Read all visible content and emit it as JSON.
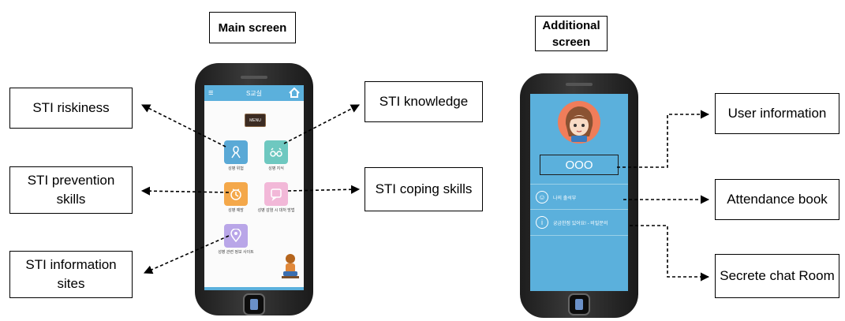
{
  "headers": {
    "main": "Main screen",
    "additional": "Additional screen"
  },
  "callouts": {
    "riskiness": "STI riskiness",
    "prevention": "STI prevention skills",
    "info_sites": "STI information sites",
    "knowledge": "STI knowledge",
    "coping": "STI coping skills",
    "user_info": "User information",
    "attendance": "Attendance book",
    "secret_chat": "Secrete chat Room"
  },
  "main_app": {
    "title": "S교실",
    "menu_sign": "MENU",
    "tiles": [
      {
        "label": "성병 위험"
      },
      {
        "label": "성병 지식"
      },
      {
        "label": "성병 예방"
      },
      {
        "label": "성병 감염 시 대처 방법"
      },
      {
        "label": "성병 관련 정보 사이트"
      }
    ]
  },
  "additional_app": {
    "user_name": "OOO",
    "items": [
      {
        "label": "나의 출석부"
      },
      {
        "label": "궁금한점 있어요! - 비밀문의"
      }
    ]
  },
  "colors": {
    "app_blue": "#5bb0dc",
    "tile_blue": "#5aa9d6",
    "tile_teal": "#6ec8c0",
    "tile_orange": "#f4a84a",
    "tile_pink": "#f2b8d8",
    "tile_purple": "#b9a6e8"
  },
  "icons": [
    "hamburger-icon",
    "home-icon",
    "smiley-icon",
    "info-icon"
  ]
}
